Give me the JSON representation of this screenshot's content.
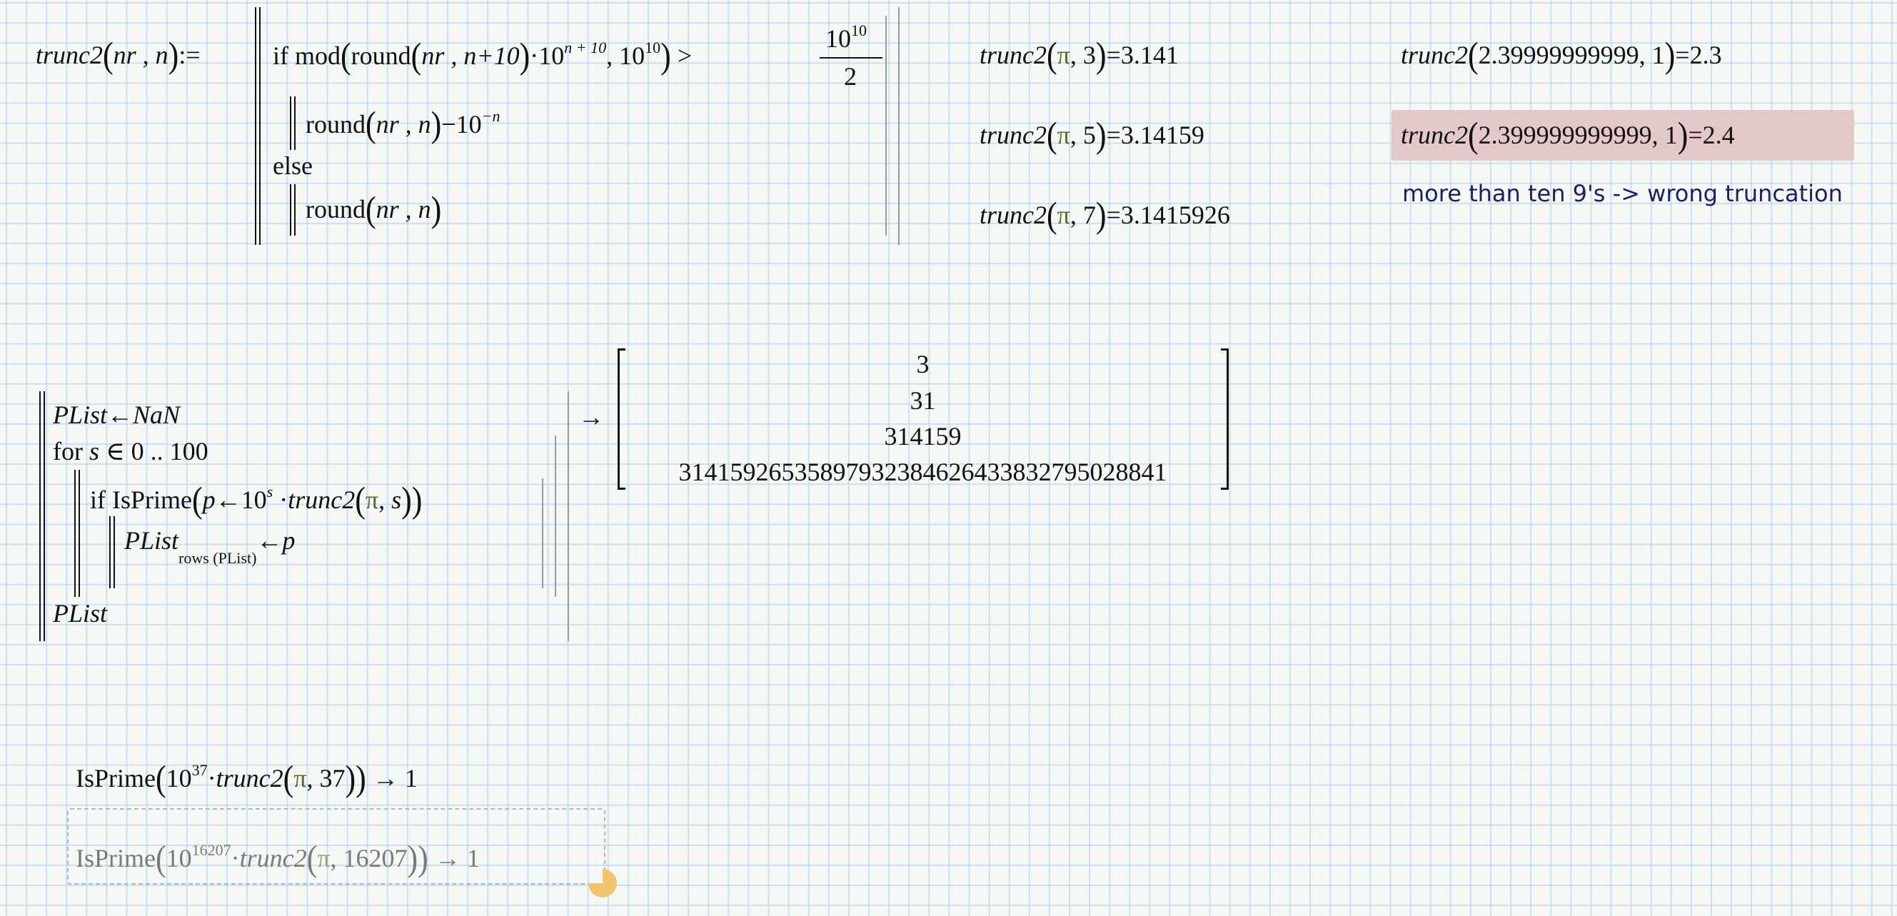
{
  "worksheet": {
    "definition": {
      "lhs_name": "trunc2",
      "lhs_args": "nr , n",
      "assign_op": ":=",
      "if_keyword": "if",
      "condition": {
        "mod_fn": "mod",
        "round_fn": "round",
        "round_args": "nr , n+10",
        "dot": "·",
        "base": "10",
        "exponent": "n + 10",
        "mod_base": "10",
        "mod_exp": "10",
        "comparator": ">",
        "frac_num_base": "10",
        "frac_num_exp": "10",
        "frac_den": "2"
      },
      "then_branch": {
        "fn": "round",
        "args": "nr , n",
        "minus": "−",
        "base": "10",
        "exp": "−n"
      },
      "else_keyword": "else",
      "else_branch": {
        "fn": "round",
        "args": "nr , n"
      }
    },
    "evaluations_pi": [
      {
        "fn": "trunc2",
        "arg1": "π",
        "arg2": "3",
        "eq": "=",
        "result": "3.141"
      },
      {
        "fn": "trunc2",
        "arg1": "π",
        "arg2": "5",
        "eq": "=",
        "result": "3.14159"
      },
      {
        "fn": "trunc2",
        "arg1": "π",
        "arg2": "7",
        "eq": "=",
        "result": "3.1415926"
      }
    ],
    "evaluations_edge": [
      {
        "fn": "trunc2",
        "arg1": "2.39999999999",
        "arg2": "1",
        "eq": "=",
        "result": "2.3",
        "highlighted": false
      },
      {
        "fn": "trunc2",
        "arg1": "2.399999999999",
        "arg2": "1",
        "eq": "=",
        "result": "2.4",
        "highlighted": true
      }
    ],
    "note": "more than ten 9's -> wrong truncation",
    "program": {
      "line1": {
        "var": "PList",
        "arrow": "←",
        "value": "NaN"
      },
      "line2": {
        "for_keyword": "for",
        "var": "s",
        "in": "∈",
        "range": "0 .. 100"
      },
      "line3": {
        "if_keyword": "if",
        "fn": "IsPrime",
        "p": "p",
        "arrow": "←",
        "base": "10",
        "exp": "s",
        "dot": "·",
        "call": "trunc2",
        "arg1": "π",
        "arg2": "s"
      },
      "line4": {
        "var": "PList",
        "sub": "rows (PList)",
        "arrow": "←",
        "value": "p"
      },
      "line5": {
        "var": "PList"
      },
      "symbolic_arrow": "→",
      "result_vector": [
        "3",
        "31",
        "314159",
        "31415926535897932384626433832795028841"
      ]
    },
    "isprime_37": {
      "fn": "IsPrime",
      "base": "10",
      "exp": "37",
      "dot": "·",
      "call": "trunc2",
      "arg1": "π",
      "arg2": "37",
      "arrow": "→",
      "result": "1"
    },
    "isprime_16207": {
      "fn": "IsPrime",
      "base": "10",
      "exp": "16207",
      "dot": "·",
      "call": "trunc2",
      "arg1": "π",
      "arg2": "16207",
      "arrow": "→",
      "result": "1",
      "state": "disabled / calculating"
    }
  },
  "colors": {
    "background": "#f5f8f5",
    "grid": "#d6e6f6",
    "pi": "#5b6a2c",
    "highlight": "#e4c7c8",
    "note_text": "#1f1e62",
    "busy_indicator": "#f2c46e"
  }
}
